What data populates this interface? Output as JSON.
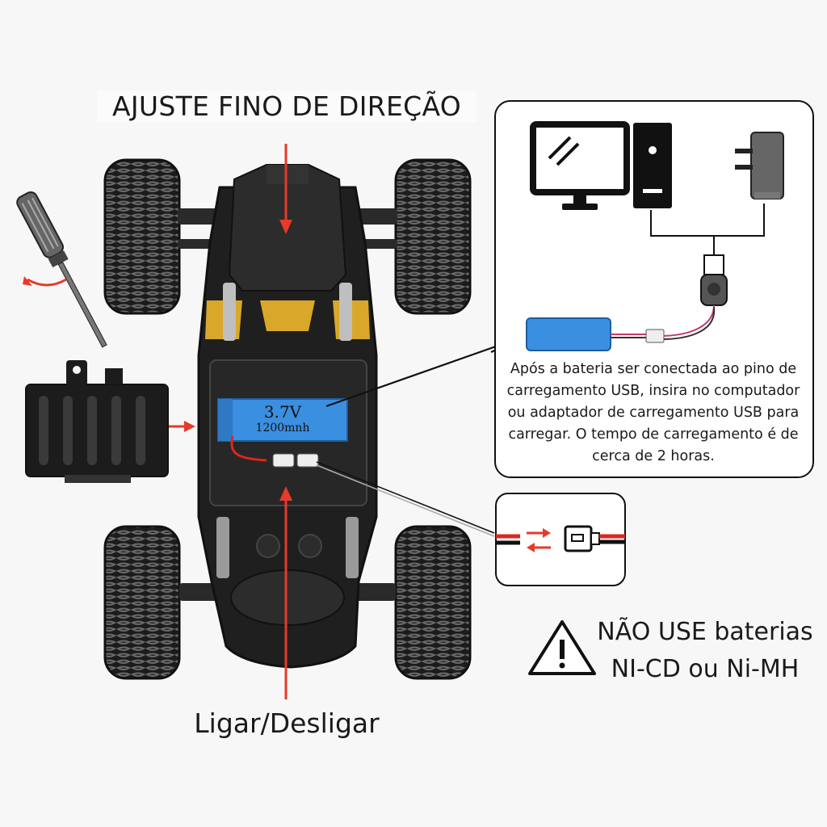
{
  "labels": {
    "steering_trim": "AJUSTE FINO DE DIREÇÃO",
    "power_switch": "Ligar/Desligar"
  },
  "battery": {
    "voltage": "3.7V",
    "capacity": "1200mnh",
    "color": "#3b8fe0"
  },
  "charging_info": {
    "text": "Após a bateria ser conectada ao pino de carregamento USB, insira no computador ou adaptador de carregamento USB para carregar. O tempo de carregamento é de cerca de 2 horas."
  },
  "warning": {
    "line1": "NÃO USE baterias",
    "line2": "NI-CD ou Ni-MH",
    "icon": "warning-triangle-icon"
  },
  "colors": {
    "arrow": "#e63a2a",
    "chassis": "#1f1f1f",
    "accent": "#d9a82a"
  }
}
